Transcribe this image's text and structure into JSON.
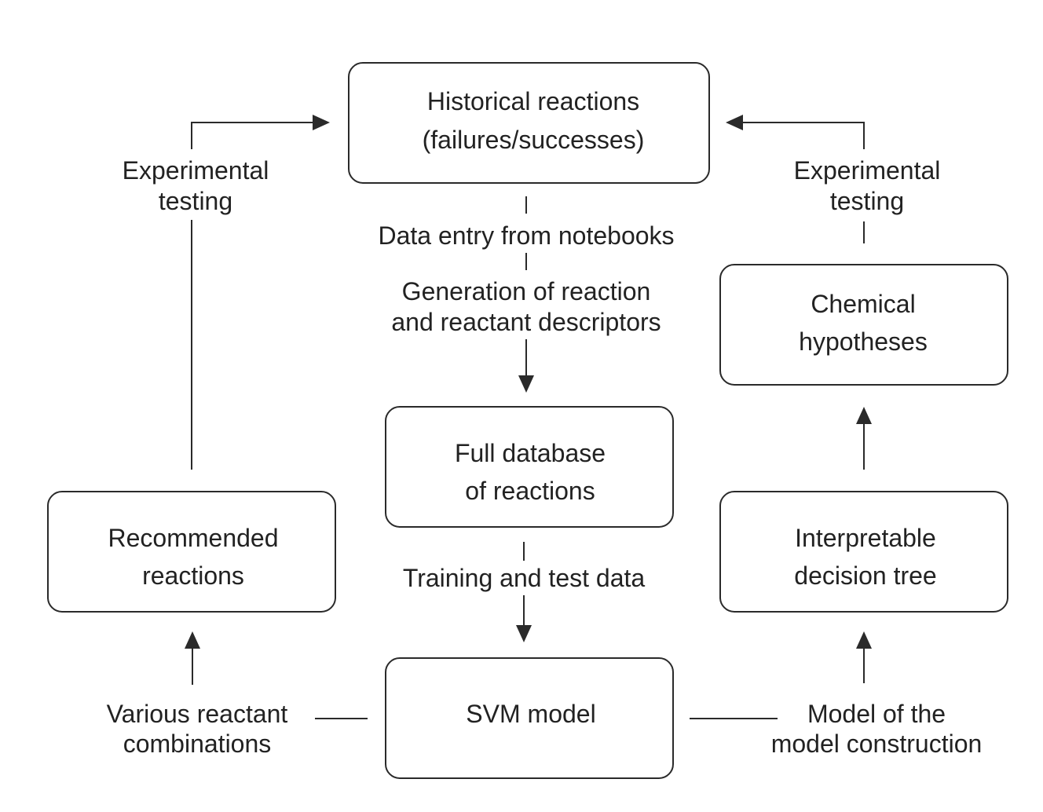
{
  "nodes": {
    "historical_reactions": {
      "line1": "Historical reactions",
      "line2": "(failures/successes)"
    },
    "full_database": {
      "line1": "Full database",
      "line2": "of reactions"
    },
    "svm_model": {
      "line1": "SVM model"
    },
    "recommended_reactions": {
      "line1": "Recommended",
      "line2": "reactions"
    },
    "decision_tree": {
      "line1": "Interpretable",
      "line2": "decision tree"
    },
    "chemical_hypotheses": {
      "line1": "Chemical",
      "line2": "hypotheses"
    }
  },
  "edge_labels": {
    "data_entry": "Data entry from notebooks",
    "generation_line1": "Generation of reaction",
    "generation_line2": "and reactant descriptors",
    "training": "Training and test data",
    "various_line1": "Various reactant",
    "various_line2": "combinations",
    "model_line1": "Model of the",
    "model_line2": "model construction",
    "exp_left_line1": "Experimental",
    "exp_left_line2": "testing",
    "exp_right_line1": "Experimental",
    "exp_right_line2": "testing"
  }
}
